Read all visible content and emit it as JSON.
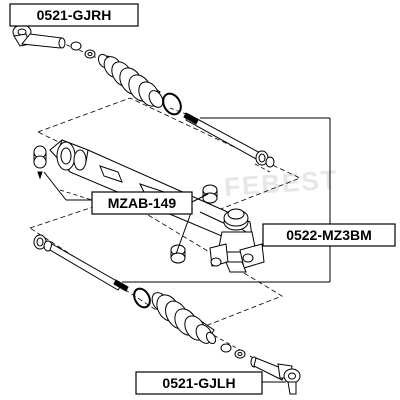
{
  "part_labels": {
    "tie_rod_end_right": "0521-GJRH",
    "rack_bushing": "MZAB-149",
    "tie_rod": "0522-MZ3BM",
    "tie_rod_end_left": "0521-GJLH"
  },
  "watermark": "FEBEST",
  "colors": {
    "line": "#000000",
    "label_fill": "#ffffff",
    "watermark": "#e6e6e6"
  }
}
